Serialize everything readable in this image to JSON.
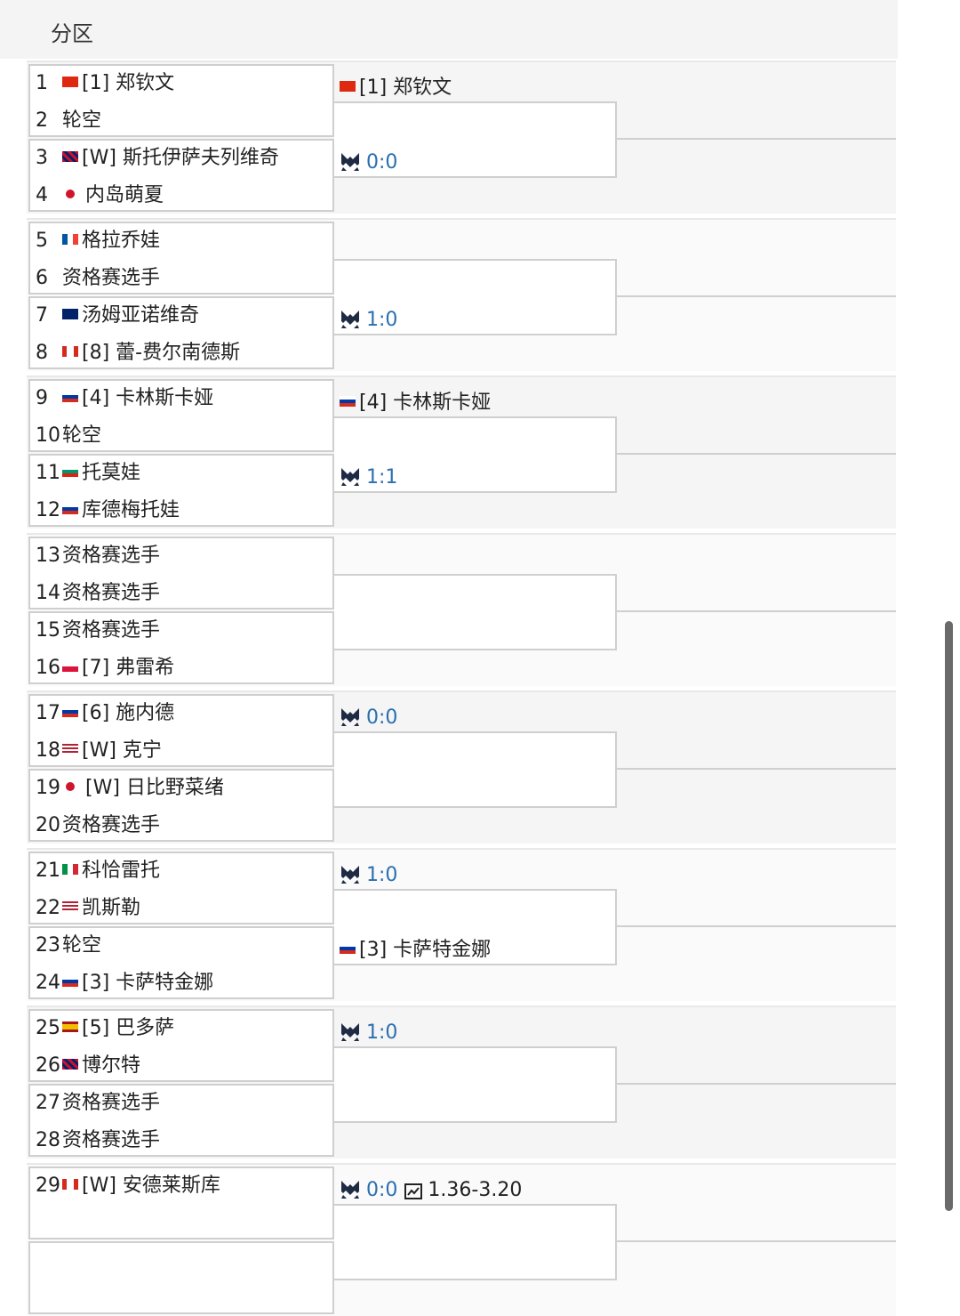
{
  "header": {
    "title": "分区"
  },
  "draw": [
    {
      "rows": [
        {
          "num": "1",
          "flag": "cn",
          "name": "[1] 郑钦文"
        },
        {
          "num": "2",
          "flag": "",
          "name": "轮空"
        },
        {
          "num": "3",
          "flag": "gb",
          "name": "[W] 斯托伊萨夫列维奇"
        },
        {
          "num": "4",
          "flag": "jp",
          "name": "内岛萌夏"
        }
      ],
      "top": {
        "flag": "cn",
        "name": "[1] 郑钦文"
      },
      "bottom": {
        "score": "0:0"
      }
    },
    {
      "rows": [
        {
          "num": "5",
          "flag": "fr",
          "name": "格拉乔娃"
        },
        {
          "num": "6",
          "flag": "",
          "name": "资格赛选手"
        },
        {
          "num": "7",
          "flag": "au",
          "name": "汤姆亚诺维奇"
        },
        {
          "num": "8",
          "flag": "ca",
          "name": "[8] 蕾-费尔南德斯"
        }
      ],
      "bottom": {
        "score": "1:0"
      }
    },
    {
      "rows": [
        {
          "num": "9",
          "flag": "ru",
          "name": "[4] 卡林斯卡娅"
        },
        {
          "num": "10",
          "flag": "",
          "name": "轮空"
        },
        {
          "num": "11",
          "flag": "bg",
          "name": "托莫娃"
        },
        {
          "num": "12",
          "flag": "ru",
          "name": "库德梅托娃"
        }
      ],
      "top": {
        "flag": "ru",
        "name": "[4] 卡林斯卡娅"
      },
      "bottom": {
        "score": "1:1"
      }
    },
    {
      "rows": [
        {
          "num": "13",
          "flag": "",
          "name": "资格赛选手"
        },
        {
          "num": "14",
          "flag": "",
          "name": "资格赛选手"
        },
        {
          "num": "15",
          "flag": "",
          "name": "资格赛选手"
        },
        {
          "num": "16",
          "flag": "pl",
          "name": "[7] 弗雷希"
        }
      ]
    },
    {
      "rows": [
        {
          "num": "17",
          "flag": "ru",
          "name": "[6] 施内德"
        },
        {
          "num": "18",
          "flag": "us",
          "name": "[W] 克宁"
        },
        {
          "num": "19",
          "flag": "jp",
          "name": "[W] 日比野菜绪"
        },
        {
          "num": "20",
          "flag": "",
          "name": "资格赛选手"
        }
      ],
      "top": {
        "score": "0:0"
      }
    },
    {
      "rows": [
        {
          "num": "21",
          "flag": "it",
          "name": "科恰雷托"
        },
        {
          "num": "22",
          "flag": "us",
          "name": "凯斯勒"
        },
        {
          "num": "23",
          "flag": "",
          "name": "轮空"
        },
        {
          "num": "24",
          "flag": "ru",
          "name": "[3] 卡萨特金娜"
        }
      ],
      "top": {
        "score": "1:0"
      },
      "bottom": {
        "flag": "ru",
        "name": "[3] 卡萨特金娜"
      }
    },
    {
      "rows": [
        {
          "num": "25",
          "flag": "es",
          "name": "[5] 巴多萨"
        },
        {
          "num": "26",
          "flag": "gb",
          "name": "博尔特"
        },
        {
          "num": "27",
          "flag": "",
          "name": "资格赛选手"
        },
        {
          "num": "28",
          "flag": "",
          "name": "资格赛选手"
        }
      ],
      "top": {
        "score": "1:0"
      }
    },
    {
      "rows": [
        {
          "num": "29",
          "flag": "ca",
          "name": "[W] 安德莱斯库"
        },
        {
          "num": "",
          "flag": "",
          "name": ""
        },
        {
          "num": "",
          "flag": "",
          "name": ""
        },
        {
          "num": "",
          "flag": "",
          "name": ""
        }
      ],
      "top": {
        "score": "0:0",
        "odds": "1.36-3.20"
      }
    }
  ]
}
